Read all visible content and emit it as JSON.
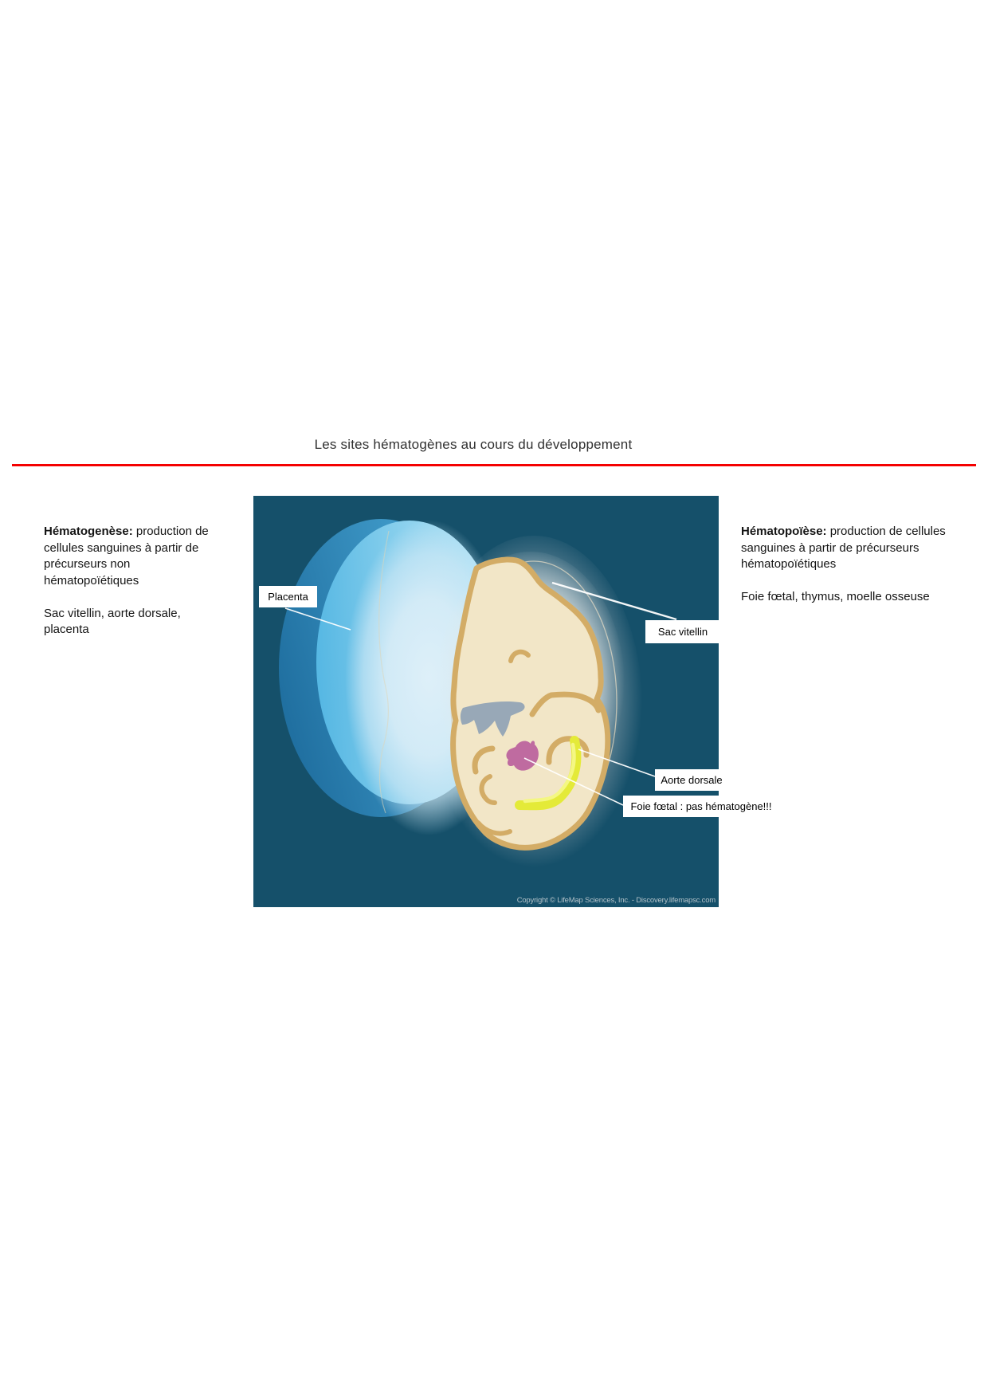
{
  "title": "Les sites hématogènes au cours du développement",
  "left_panel": {
    "term": "Hématogenèse:",
    "definition_rest": "production de",
    "definition_lines": [
      "cellules sanguines à partir de",
      "précurseurs non",
      "hématopoïétiques"
    ],
    "sites_lines": [
      "Sac vitellin, aorte dorsale,",
      "placenta"
    ]
  },
  "right_panel": {
    "term": "Hématopoïèse:",
    "definition_rest": "production de cellules",
    "definition_lines": [
      "sanguines à partir de précurseurs",
      "hématopoïétiques"
    ],
    "sites_lines": [
      "Foie fœtal, thymus, moelle osseuse"
    ]
  },
  "figure": {
    "labels": {
      "placenta": "Placenta",
      "sac_vitellin": "Sac vitellin",
      "aorte_dorsale": "Aorte dorsale",
      "foie_foetal": "Foie fœtal : pas hématogène!!!"
    },
    "copyright": "Copyright © LifeMap Sciences, Inc. - Discovery.lifemapsc.com"
  },
  "colors": {
    "accent_red": "#f40000",
    "figure_bg": "#15506a",
    "placenta_dark": "#1e6d9e",
    "placenta_mid": "#4aa8d6",
    "placenta_light": "#55b7e3",
    "placenta_lighter": "#b9e6f7",
    "glow_blue": "#d6ecf7",
    "halo_gray": "#9fb0ba",
    "embryo_body": "#f2e6c7",
    "embryo_outline": "#d3ac66",
    "limb_gray": "#98a8b7",
    "liver_pink": "#bf6ba0",
    "aorta_yellow": "#e4ea38",
    "aorta_highlight": "#f4f782",
    "leader_line": "#ffffff",
    "label_bg": "#ffffff",
    "label_text": "#000000",
    "copyright_text": "#b3c2c9"
  }
}
